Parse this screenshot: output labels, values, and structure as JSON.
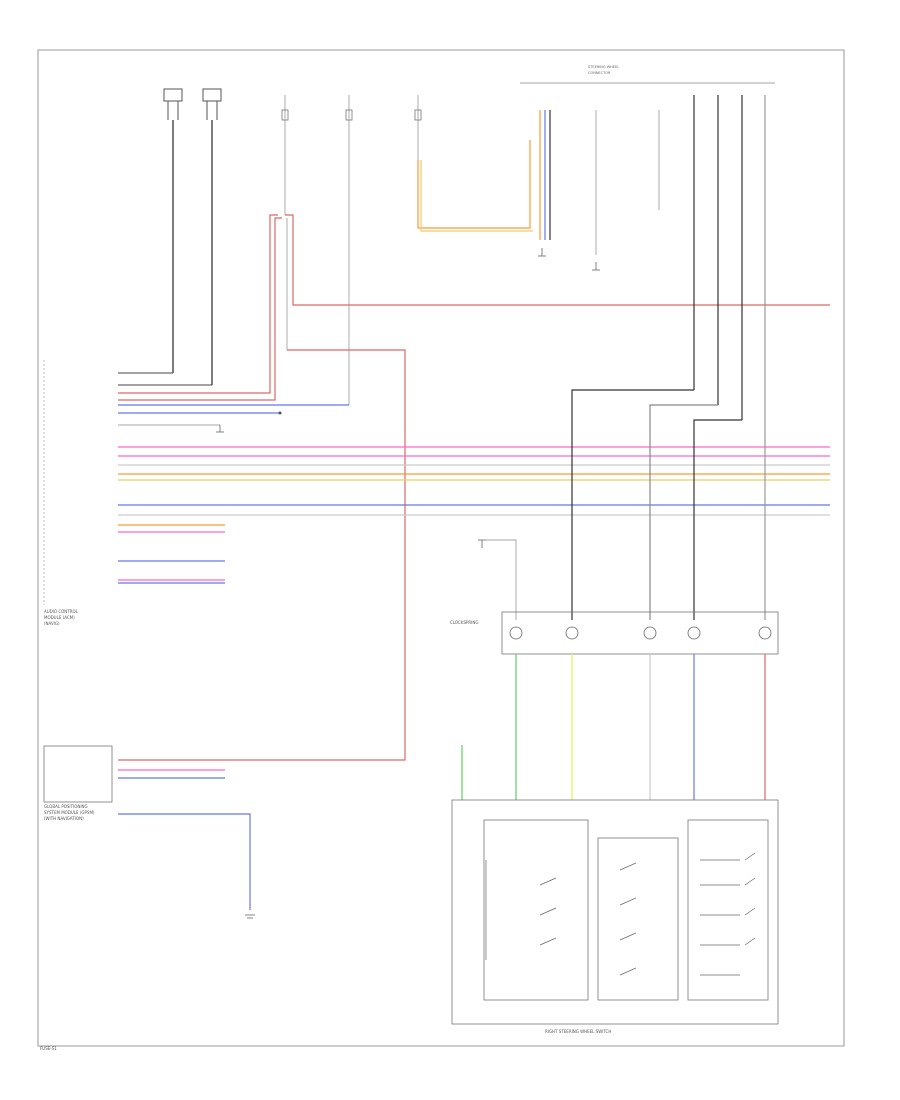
{
  "footer": {
    "page_code": "FUSE-S1"
  },
  "labels": {
    "right_steering_wheel_switch": "RIGHT STEERING WHEEL SWITCH",
    "audio_control_module": "AUDIO CONTROL\nMODULE (ACM)\n(NAVIG)",
    "global_positioning": "GLOBAL POSITIONING\nSYSTEM MODULE (GPSM)\n(WITH NAVIGATION)",
    "steering_wheel_connector": "STEERING\nWHEEL\nCONNECTOR",
    "clockspring": "CLOCKSPRING"
  },
  "colors": {
    "red": "#e06666",
    "pink": "#ff66cc",
    "blue": "#6677ee",
    "orange": "#ff9933",
    "yellow": "#eeee55",
    "green": "#66cc66",
    "black": "#333333",
    "gray": "#888888",
    "white_wire": "#cccccc"
  }
}
